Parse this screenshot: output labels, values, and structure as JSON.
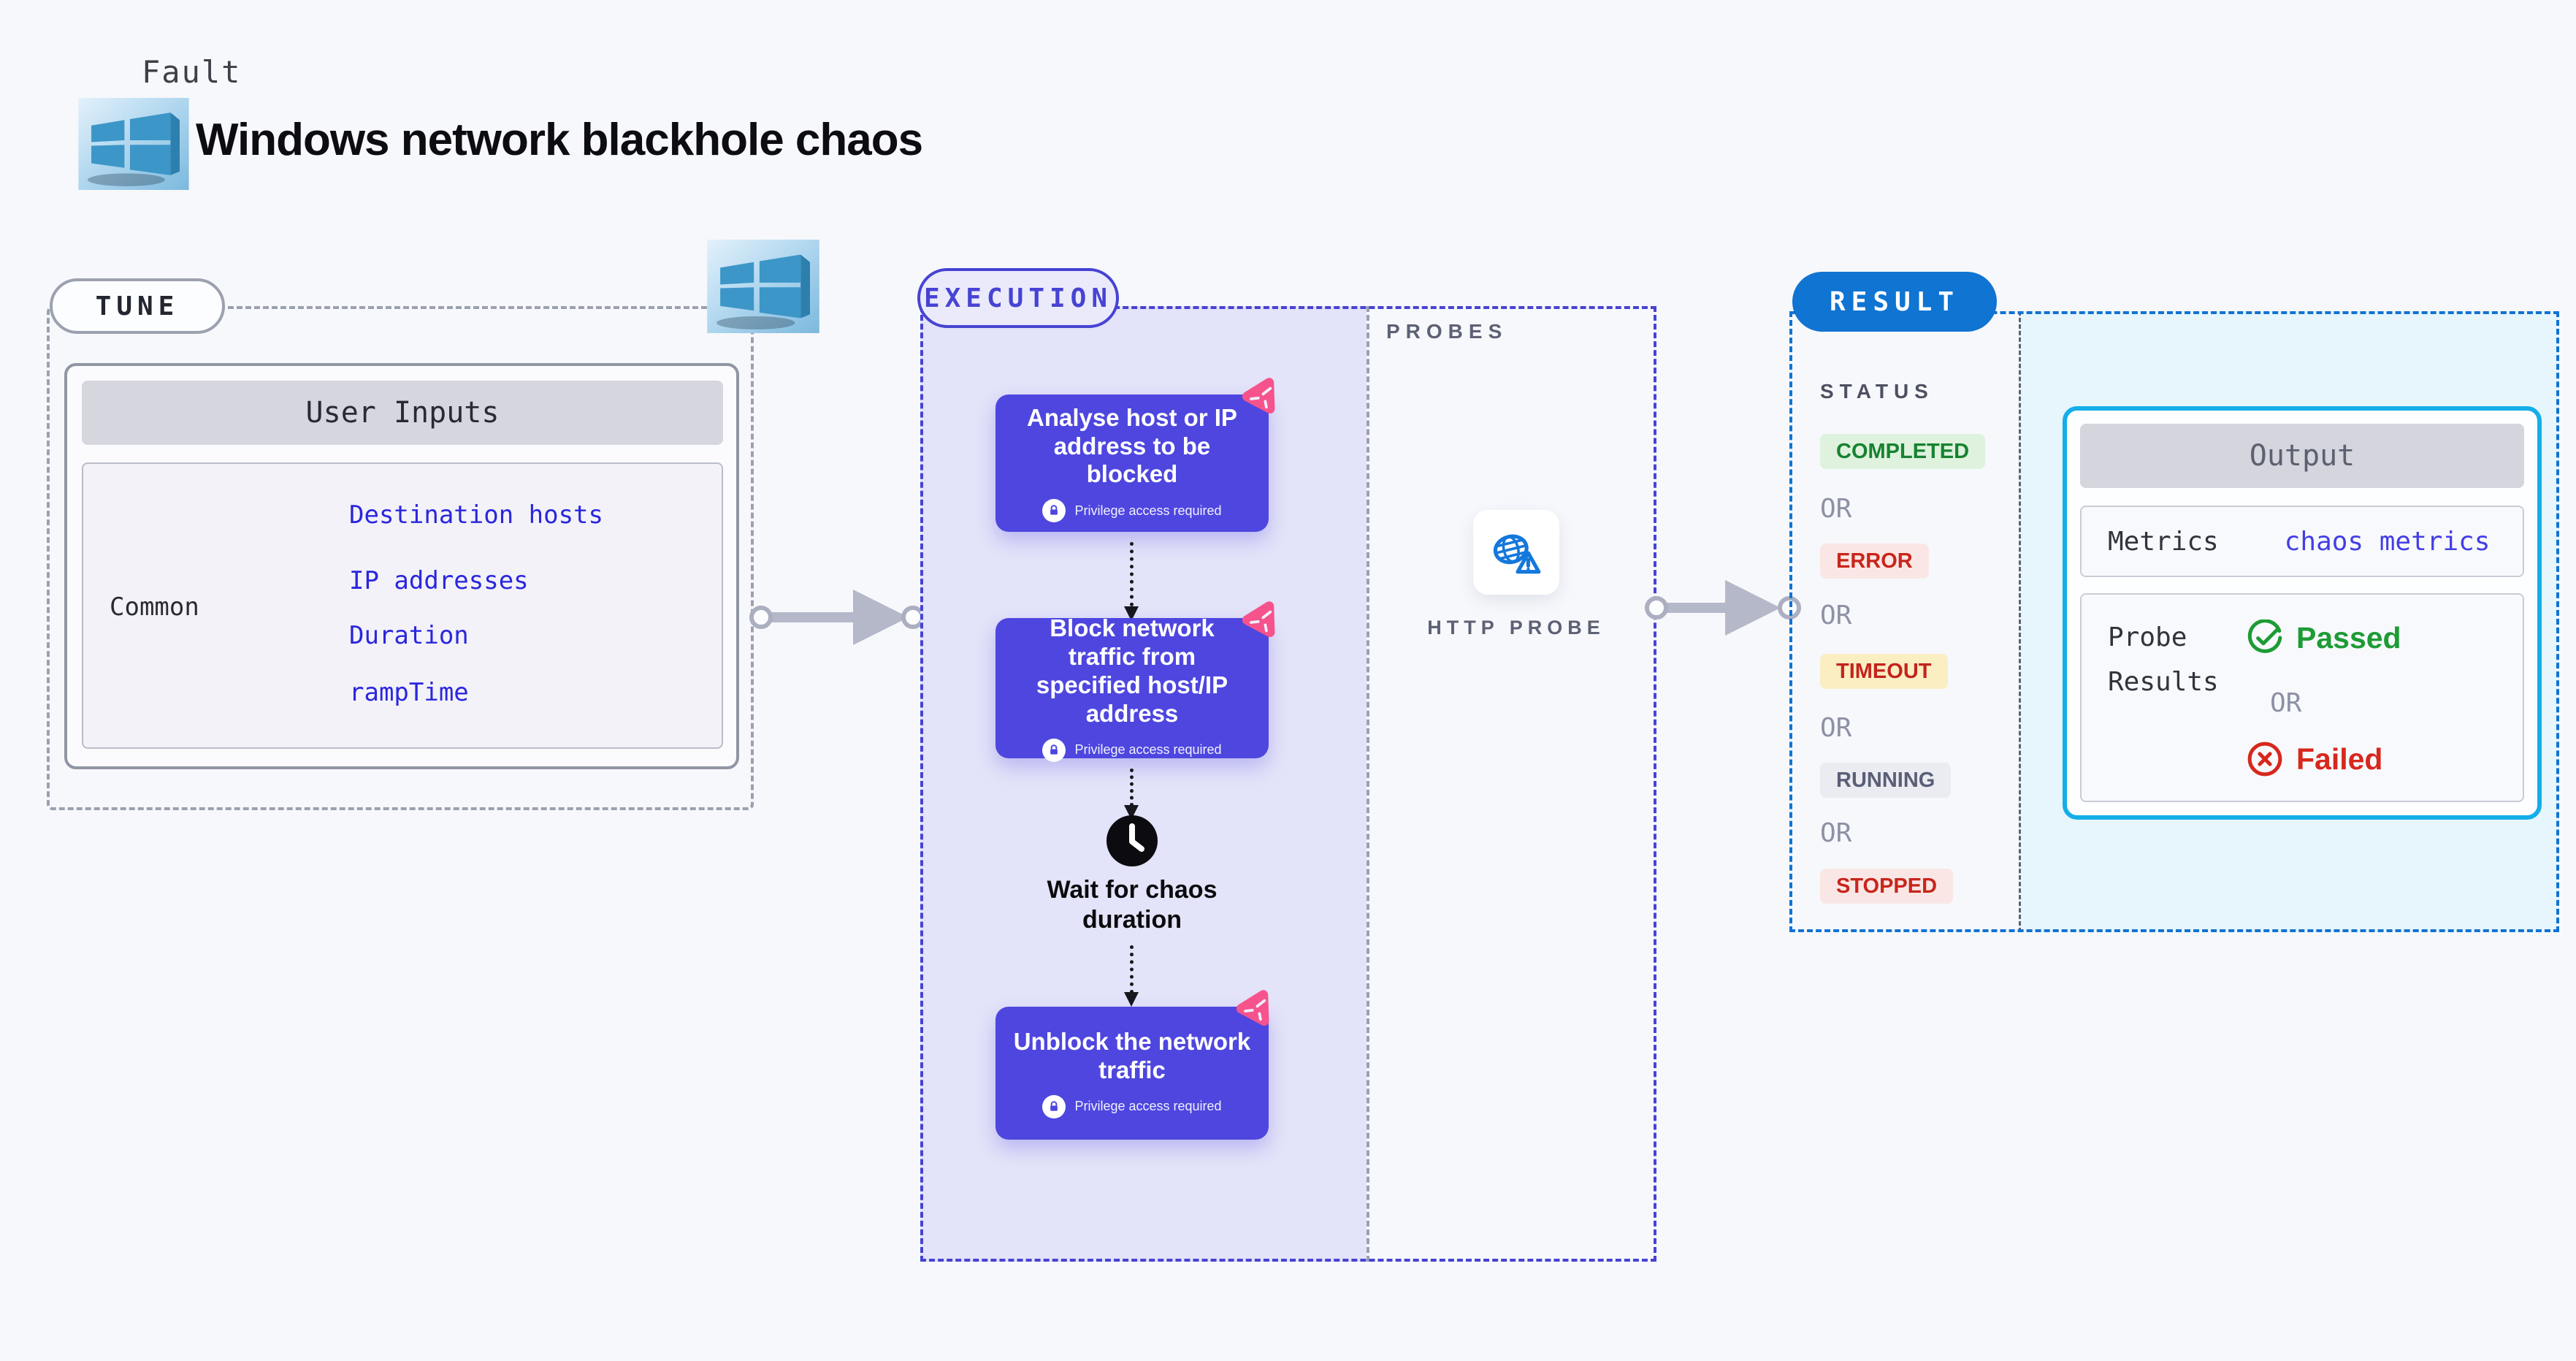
{
  "header": {
    "eyebrow": "Fault",
    "title": "Windows network blackhole chaos"
  },
  "tune": {
    "label": "TUNE",
    "table": {
      "header": "User Inputs",
      "row_label": "Common",
      "links": [
        "Destination hosts",
        "IP addresses",
        "Duration",
        "rampTime"
      ]
    }
  },
  "execution": {
    "label": "EXECUTION",
    "nodes": [
      {
        "title": "Analyse host or IP address to be blocked",
        "badge": "Privilege access required"
      },
      {
        "title": "Block network traffic from specified host/IP address",
        "badge": "Privilege access required"
      },
      {
        "title": "Unblock the network traffic",
        "badge": "Privilege access required"
      }
    ],
    "wait_label": "Wait for chaos duration"
  },
  "probes": {
    "label": "PROBES",
    "probe_label": "HTTP PROBE"
  },
  "result": {
    "label": "RESULT",
    "status_label": "STATUS",
    "or_label": "OR",
    "statuses": [
      {
        "label": "COMPLETED",
        "kind": "green"
      },
      {
        "label": "ERROR",
        "kind": "red"
      },
      {
        "label": "TIMEOUT",
        "kind": "yellow"
      },
      {
        "label": "RUNNING",
        "kind": "gray"
      },
      {
        "label": "STOPPED",
        "kind": "red"
      }
    ],
    "output": {
      "header": "Output",
      "metrics_label": "Metrics",
      "metrics_value": "chaos metrics",
      "probe_results_label": "Probe Results",
      "passed_label": "Passed",
      "failed_label": "Failed"
    }
  },
  "icons": {
    "windows_logo": "windows-logo-icon",
    "lock": "lock-icon",
    "clock": "clock-icon",
    "pinwheel": "chaos-pinwheel-icon",
    "globe_warning": "http-probe-globe-icon",
    "check": "check-circle-icon",
    "cross": "x-circle-icon"
  },
  "colors": {
    "page_bg": "#f7f8fc",
    "node_indigo": "#4e46df",
    "execution_border": "#4743d3",
    "execution_fill": "#e3e3f9",
    "tune_border": "#9ba1ae",
    "result_blue": "#0f74d2",
    "output_cyan_border": "#14aee8",
    "cyan_fill": "#e7f6fc",
    "pinwheel_pink": "#f6538c",
    "link_blue": "#2b26dd",
    "metrics_link_blue": "#433ee5",
    "passed_green": "#1d9b35",
    "failed_red": "#d7281d",
    "completed_green": "#178231",
    "error_red": "#c9251b",
    "timeout_bg": "#faeec2",
    "running_gray": "#5a5e77"
  }
}
